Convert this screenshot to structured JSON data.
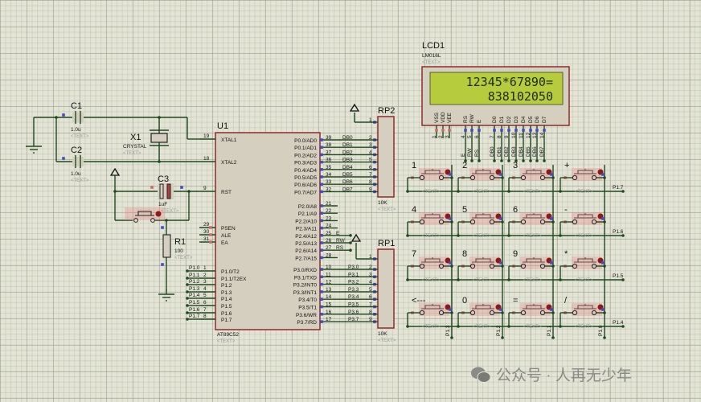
{
  "u1": {
    "ref": "U1",
    "part": "AT89C52",
    "text": "<TEXT>",
    "left_pins": [
      {
        "num": "19",
        "name": "XTAL1"
      },
      {
        "num": "18",
        "name": "XTAL2"
      },
      {
        "num": "9",
        "name": "RST"
      },
      {
        "num": "29",
        "name": "PSEN"
      },
      {
        "num": "30",
        "name": "ALE"
      },
      {
        "num": "31",
        "name": "EA"
      },
      {
        "num": "1",
        "name": "P1.0/T2"
      },
      {
        "num": "2",
        "name": "P1.1/T2EX"
      },
      {
        "num": "3",
        "name": "P1.2"
      },
      {
        "num": "4",
        "name": "P1.3"
      },
      {
        "num": "5",
        "name": "P1.4"
      },
      {
        "num": "6",
        "name": "P1.5"
      },
      {
        "num": "7",
        "name": "P1.6"
      },
      {
        "num": "8",
        "name": "P1.7"
      }
    ],
    "p0_pins": [
      {
        "num": "39",
        "name": "P0.0/AD0",
        "net": "DB0"
      },
      {
        "num": "38",
        "name": "P0.1/AD1",
        "net": "DB1"
      },
      {
        "num": "37",
        "name": "P0.2/AD2",
        "net": "DB2"
      },
      {
        "num": "36",
        "name": "P0.3/AD3",
        "net": "DB3"
      },
      {
        "num": "35",
        "name": "P0.4/AD4",
        "net": "DB4"
      },
      {
        "num": "34",
        "name": "P0.5/AD5",
        "net": "DB5"
      },
      {
        "num": "33",
        "name": "P0.6/AD6",
        "net": "DB6"
      },
      {
        "num": "32",
        "name": "P0.7/AD7",
        "net": "DB7"
      }
    ],
    "p2_pins": [
      {
        "num": "21",
        "name": "P2.0/A8",
        "net": ""
      },
      {
        "num": "22",
        "name": "P2.1/A9",
        "net": ""
      },
      {
        "num": "23",
        "name": "P2.2/A10",
        "net": ""
      },
      {
        "num": "24",
        "name": "P2.3/A11",
        "net": ""
      },
      {
        "num": "25",
        "name": "P2.4/A12",
        "net": "E"
      },
      {
        "num": "26",
        "name": "P2.5/A13",
        "net": "RW"
      },
      {
        "num": "27",
        "name": "P2.6/A14",
        "net": "RS"
      },
      {
        "num": "28",
        "name": "P2.7/A15",
        "net": ""
      }
    ],
    "p3_pins": [
      {
        "num": "10",
        "name": "P3.0/RXD",
        "net": "P3.0"
      },
      {
        "num": "11",
        "name": "P3.1/TXD",
        "net": "P3.1"
      },
      {
        "num": "12",
        "name": "P3.2/INT0",
        "net": "P3.2"
      },
      {
        "num": "13",
        "name": "P3.3/INT1",
        "net": "P3.3"
      },
      {
        "num": "14",
        "name": "P3.4/T0",
        "net": "P3.4"
      },
      {
        "num": "15",
        "name": "P3.5/T1",
        "net": "P3.5"
      },
      {
        "num": "16",
        "name": "P3.6/WR",
        "net": "P3.6"
      },
      {
        "num": "17",
        "name": "P3.7/RD",
        "net": "P3.7"
      }
    ],
    "p1_nets": [
      "P1.0",
      "P1.1",
      "P1.2",
      "P1.3",
      "P1.4",
      "P1.5",
      "P1.6",
      "P1.7"
    ]
  },
  "rp2": {
    "ref": "RP2",
    "value": "10K",
    "text": "<TEXT>",
    "pins": [
      "1",
      "2",
      "3",
      "4",
      "5",
      "6",
      "7",
      "8",
      "9"
    ]
  },
  "rp1": {
    "ref": "RP1",
    "value": "10K",
    "text": "<TEXT>",
    "pins": [
      "1",
      "2",
      "3",
      "4",
      "5",
      "6",
      "7",
      "8",
      "9"
    ]
  },
  "lcd": {
    "ref": "LCD1",
    "part": "LM016L",
    "text": "<TEXT>",
    "line1": "12345*67890=",
    "line2": "838102050",
    "pins": [
      {
        "num": "1",
        "name": "VSS",
        "net": ""
      },
      {
        "num": "2",
        "name": "VDD",
        "net": ""
      },
      {
        "num": "3",
        "name": "VEE",
        "net": ""
      },
      {
        "num": "4",
        "name": "RS",
        "net": "E"
      },
      {
        "num": "5",
        "name": "RW",
        "net": "RW"
      },
      {
        "num": "6",
        "name": "E",
        "net": "RS"
      },
      {
        "num": "7",
        "name": "D0",
        "net": "DB0"
      },
      {
        "num": "8",
        "name": "D1",
        "net": "DB1"
      },
      {
        "num": "9",
        "name": "D2",
        "net": "DB2"
      },
      {
        "num": "10",
        "name": "D3",
        "net": "DB3"
      },
      {
        "num": "11",
        "name": "D4",
        "net": "DB4"
      },
      {
        "num": "12",
        "name": "D5",
        "net": "DB5"
      },
      {
        "num": "13",
        "name": "D6",
        "net": "DB6"
      },
      {
        "num": "14",
        "name": "D7",
        "net": "DB7"
      }
    ],
    "screen_color": "#b7cc3c"
  },
  "c1": {
    "ref": "C1",
    "value": "1.0u",
    "text": "<TEXT>"
  },
  "c2": {
    "ref": "C2",
    "value": "1.0u",
    "text": "<TEXT>"
  },
  "x1": {
    "ref": "X1",
    "value": "CRYSTAL",
    "text": "<TEXT>"
  },
  "c3": {
    "ref": "C3",
    "value": "1uF",
    "text": "<TEXT>"
  },
  "r1": {
    "ref": "R1",
    "value": "100",
    "text": "<TEXT>"
  },
  "keypad": {
    "keys": [
      "1",
      "2",
      "3",
      "+",
      "4",
      "5",
      "6",
      "-",
      "7",
      "8",
      "9",
      "*",
      "<---",
      "0",
      "=",
      "/"
    ],
    "row_nets": [
      "P1.7",
      "P1.6",
      "P1.5",
      "P1.4"
    ],
    "col_nets": [
      "P1.3",
      "P1.2",
      "P1.1",
      "P1.0"
    ],
    "key_text": "<TEXT>"
  },
  "colors": {
    "wire": "#1f4a1f",
    "body_outline": "#8e2b2b",
    "body_fill": "#d5cfbf",
    "pin_blue": "#4a4ac8",
    "pin_red": "#d06a6a"
  },
  "watermark": {
    "text": "公众号 · 人再无少年",
    "icon": "wechat-icon"
  }
}
